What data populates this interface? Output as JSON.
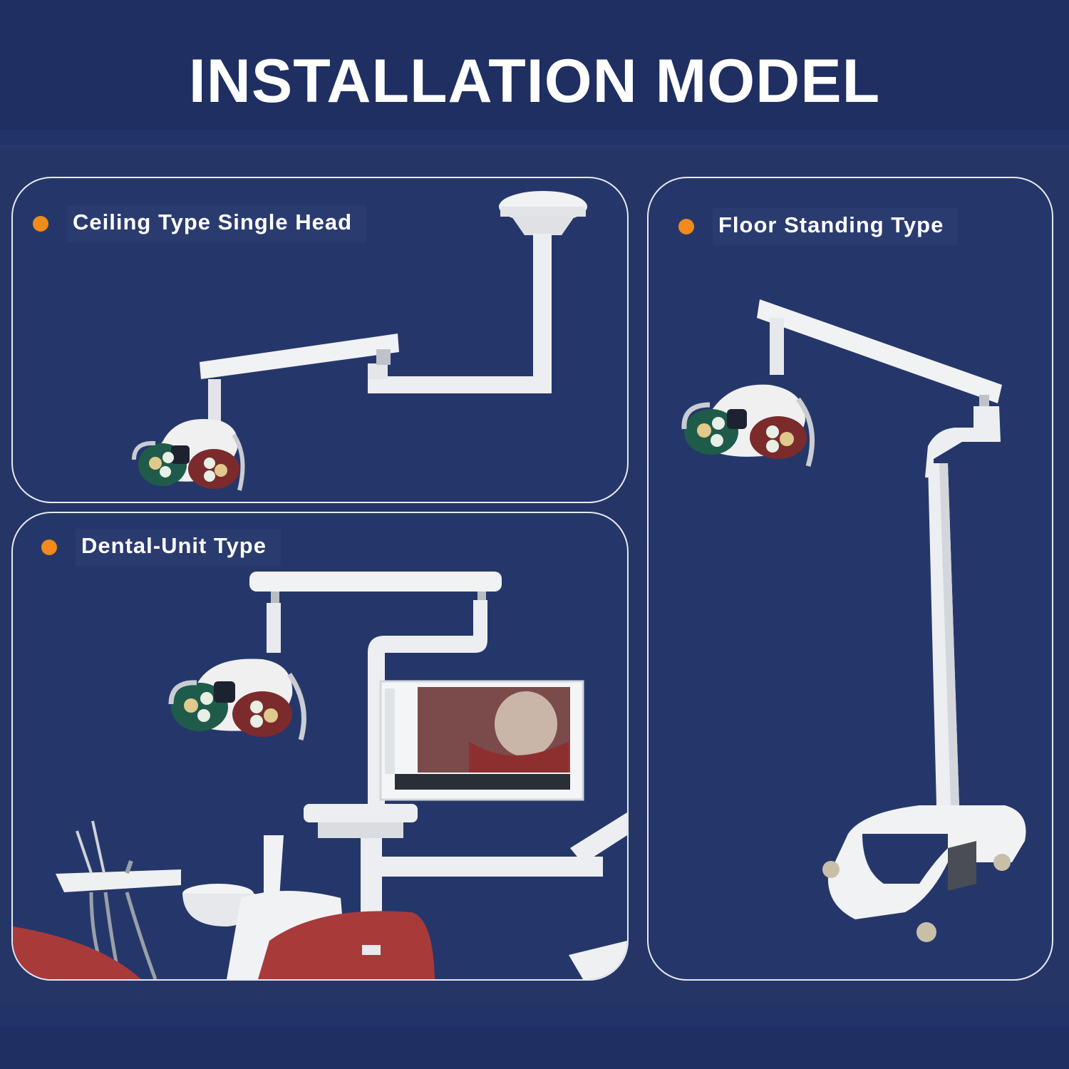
{
  "header": {
    "title": "INSTALLATION MODEL"
  },
  "panels": {
    "ceiling": {
      "label": "Ceiling Type Single Head"
    },
    "dental": {
      "label": "Dental-Unit Type"
    },
    "floor": {
      "label": "Floor Standing Type"
    }
  },
  "colors": {
    "background": "#253566",
    "header": "#1f2f62",
    "bullet": "#f28a1c",
    "panel_border": "#e6e9f2",
    "chair_red": "#a83a3a"
  }
}
